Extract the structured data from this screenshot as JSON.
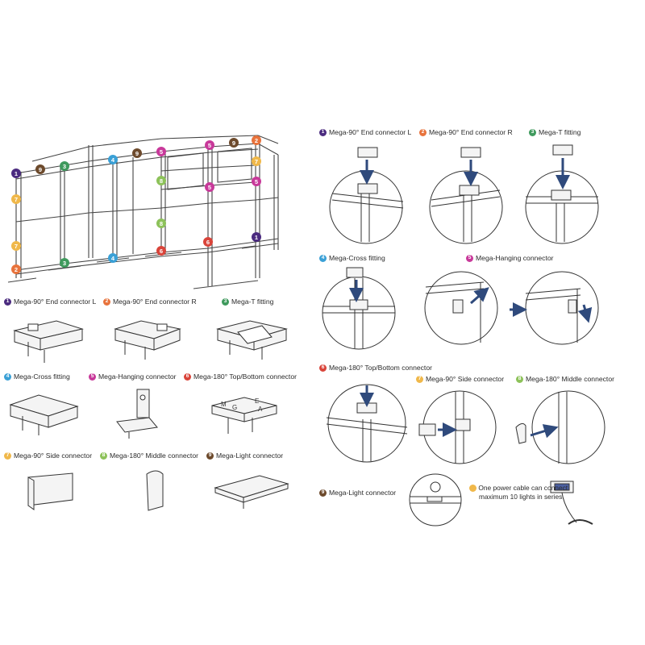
{
  "colors": {
    "c1": "#4b2b7f",
    "c2": "#e8733c",
    "c3": "#3f9a5d",
    "c4": "#3aa0d6",
    "c5": "#c8399a",
    "c6": "#d9443a",
    "c7": "#f0b84a",
    "c8": "#8dc25a",
    "c9": "#6d4a2c",
    "arrow": "#2f4a7c",
    "line": "#333333"
  },
  "markers": [
    "1",
    "2",
    "3",
    "4",
    "5",
    "6",
    "7",
    "8",
    "9"
  ],
  "parts": [
    {
      "num": "1",
      "label": "Mega-90° End connector L"
    },
    {
      "num": "2",
      "label": "Mega-90° End connector R"
    },
    {
      "num": "3",
      "label": "Mega-T fitting"
    },
    {
      "num": "4",
      "label": "Mega-Cross fitting"
    },
    {
      "num": "5",
      "label": "Mega-Hanging connector"
    },
    {
      "num": "6",
      "label": "Mega-180° Top/Bottom connector"
    },
    {
      "num": "7",
      "label": "Mega-90° Side connector"
    },
    {
      "num": "8",
      "label": "Mega-180° Middle connector"
    },
    {
      "num": "9",
      "label": "Mega-Light connector"
    }
  ],
  "connector_letters": {
    "m": "M",
    "e": "E",
    "g": "G",
    "a": "A"
  },
  "note": {
    "line1": "One power cable can connect",
    "line2": "maximum 10 lights in series."
  }
}
